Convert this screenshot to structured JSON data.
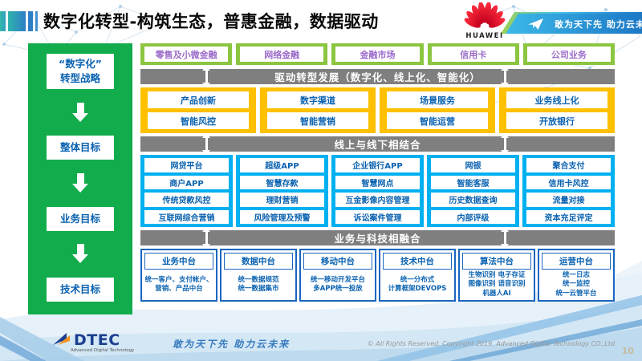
{
  "header": {
    "title": "数字化转型-构筑生态，普惠金融，数据驱动",
    "huawei_wordmark": "HUAWEI",
    "ribbon_slogan": "敢为天下先 助力云未来"
  },
  "sidebar": {
    "items": [
      {
        "label": "“数字化”\n转型战略"
      },
      {
        "label": "整体目标"
      },
      {
        "label": "业务目标"
      },
      {
        "label": "技术目标"
      }
    ]
  },
  "main": {
    "business_row": [
      "零售及小微金融",
      "网络金融",
      "金融市场",
      "信用卡",
      "公司业务"
    ],
    "band1": "驱动转型发展（数字化、线上化、智能化）",
    "yellow": {
      "row1": [
        "产品创新",
        "数字渠道",
        "场景服务",
        "业务线上化"
      ],
      "row2": [
        "智能风控",
        "智能营销",
        "智能运营",
        "开放银行"
      ]
    },
    "band2": "线上与线下相结合",
    "blue_rows": [
      [
        "网贷平台",
        "超级APP",
        "企业银行APP",
        "网银",
        "聚合支付"
      ],
      [
        "商户APP",
        "智慧存款",
        "智慧网点",
        "智能客服",
        "信用卡风控"
      ],
      [
        "传统贷款风控",
        "理财营销",
        "互金影像内容管理",
        "历史数据查询",
        "流量对接"
      ],
      [
        "互联网综合营销",
        "风险管理及预警",
        "诉讼案件管理",
        "内部评级",
        "资本充足评定"
      ]
    ],
    "band3": "业务与科技相融合",
    "platforms": [
      {
        "title": "业务中台",
        "body": "统一客户、支付帐户、营销、产品中台"
      },
      {
        "title": "数据中台",
        "body": "统一数据规范\n统一数据集市"
      },
      {
        "title": "移动中台",
        "body": "统一移动开发平台\n多APP统一投放"
      },
      {
        "title": "技术中台",
        "body": "统一分布式\n计算框架DEVOPS"
      },
      {
        "title": "算法中台",
        "body": "生物识别 电子存证\n图像识别 语音识别\n机器人AI"
      },
      {
        "title": "运营中台",
        "body": "统一日志\n统一监控\n统一云管平台"
      }
    ]
  },
  "footer": {
    "logo": "DTEC",
    "logo_sub": "Advanced Digital Technology",
    "slogan": "敢为天下先   助力云未来",
    "copyright": "© All Rights Reserved. Copyright 2019. Advanced Digital Technology CO.,Ltd",
    "page": "10"
  },
  "colors": {
    "sidebar_green": "#12ac4c",
    "light_green": "#8cc540",
    "yellow": "#ffc000",
    "cyan_blue": "#00b0f0",
    "dark_blue_border": "#1a66c0",
    "band_gray": "#7f7f7f",
    "box_text_blue": "#0a62b0",
    "business_text_purple": "#9b6bc9",
    "huawei_red": "#e2001a",
    "ribbon_blue": "#1d78c6"
  }
}
